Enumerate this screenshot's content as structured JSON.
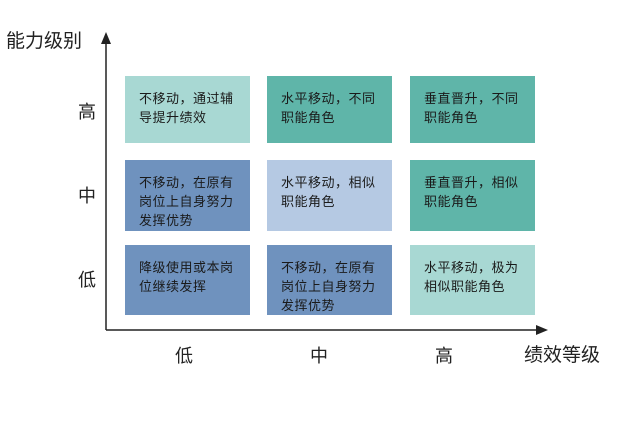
{
  "y_axis_title": "能力级别",
  "x_axis_title": "绩效等级",
  "y_ticks": [
    "高",
    "中",
    "低"
  ],
  "x_ticks": [
    "低",
    "中",
    "高"
  ],
  "colors": {
    "light_teal": "#a8d8d3",
    "teal": "#5fb5a9",
    "steel_blue": "#6f92be",
    "pale_blue": "#b5c9e3"
  },
  "cells": {
    "high_low": "不移动，通过辅导提升绩效",
    "high_mid": "水平移动，不同职能角色",
    "high_high": "垂直晋升，不同职能角色",
    "mid_low": "不移动，在原有岗位上自身努力发挥优势",
    "mid_mid": "水平移动，相似职能角色",
    "mid_high": "垂直晋升，相似职能角色",
    "low_low": "降级使用或本岗位继续发挥",
    "low_mid": "不移动，在原有岗位上自身努力发挥优势",
    "low_high": "水平移动，极为相似职能角色"
  }
}
